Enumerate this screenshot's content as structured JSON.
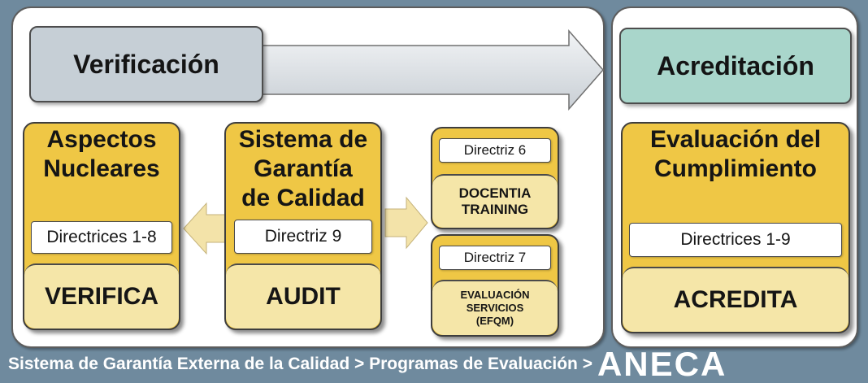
{
  "phases": {
    "verification": "Verificación",
    "accreditation": "Acreditación"
  },
  "cards": {
    "aspects": {
      "title": "Aspectos\nNucleares",
      "directive": "Directrices 1-8",
      "program": "VERIFICA"
    },
    "quality": {
      "title": "Sistema de\nGarantía\nde Calidad",
      "directive": "Directriz 9",
      "program": "AUDIT"
    },
    "docentia": {
      "directive": "Directriz 6",
      "program": "DOCENTIA\nTRAINING"
    },
    "services": {
      "directive": "Directriz 7",
      "program": "EVALUACIÓN\nSERVICIOS\n(EFQM)"
    },
    "compliance": {
      "title": "Evaluación del\nCumplimiento",
      "directive": "Directrices 1-9",
      "program": "ACREDITA"
    }
  },
  "footer": {
    "path": "Sistema de Garantía Externa de la Calidad > Programas de Evaluación >",
    "brand": "ANECA"
  },
  "colors": {
    "background": "#6f8a9e",
    "card": "#efc745",
    "card_base": "#f5e6a8",
    "verification_box": "#c6cfd6",
    "accreditation_box": "#a9d6cb",
    "arrow": "#f3e3a9"
  }
}
